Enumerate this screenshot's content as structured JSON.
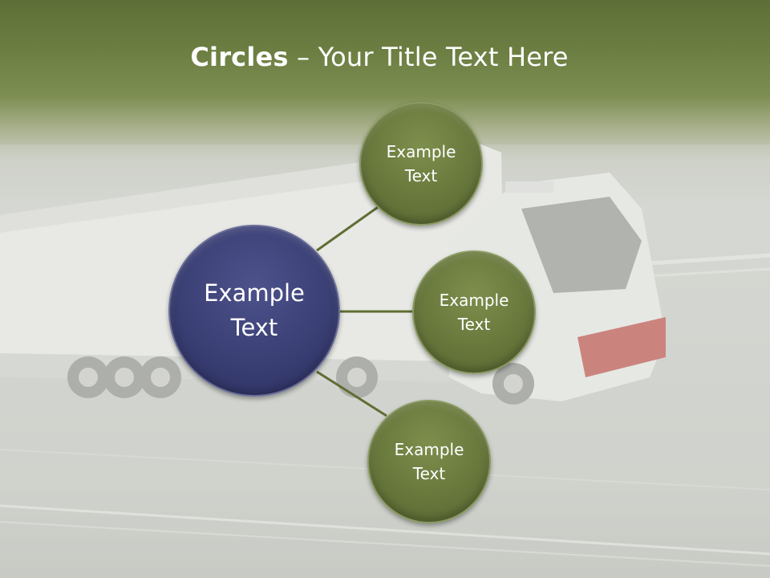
{
  "title": {
    "bold": "Circles",
    "rest": " – Your Title Text Here"
  },
  "center": {
    "label": "Example\nText"
  },
  "satellites": [
    {
      "label": "Example\nText"
    },
    {
      "label": "Example\nText"
    },
    {
      "label": "Example\nText"
    }
  ],
  "colors": {
    "center_fill": "#3a3f74",
    "satellite_fill": "#68783c",
    "connector": "#5f6e34",
    "header": "#5d6f36"
  }
}
